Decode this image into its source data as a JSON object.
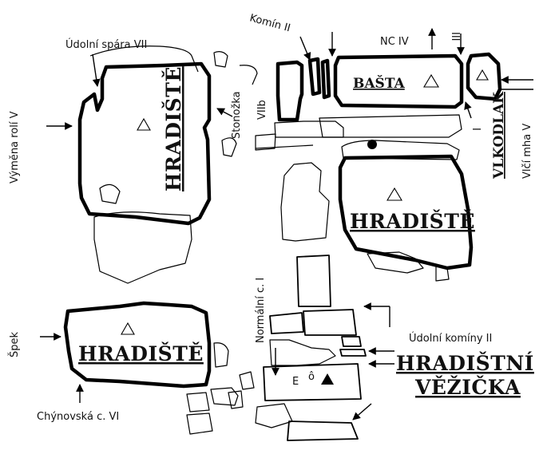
{
  "labels": {
    "komin2": "Komín II",
    "udolni_spara": "Údolní spára VII",
    "nc4": "NC IV",
    "roman3": "III",
    "vymena": "Výměna rolí V",
    "hradiste": "HRADIŠTĚ",
    "stonozka": "Stonožka",
    "viib": "VIIb",
    "basta": "BAŠTA",
    "roman1": "I",
    "vlkodlak": "VLKODLAK",
    "vlci_mha": "Vlčí mha V",
    "normalni": "Normální c. I",
    "udolni_kominy": "Údolní komíny II",
    "hradistni": "HRADIŠTNÍ",
    "vezicka": "VĚŽIČKA",
    "spek": "Špek",
    "chynovska": "Chýnovská c. VI"
  },
  "icons": [
    "summit-triangle-icon",
    "filled-triangle-icon",
    "black-dot-icon",
    "direction-arrow-icon"
  ]
}
